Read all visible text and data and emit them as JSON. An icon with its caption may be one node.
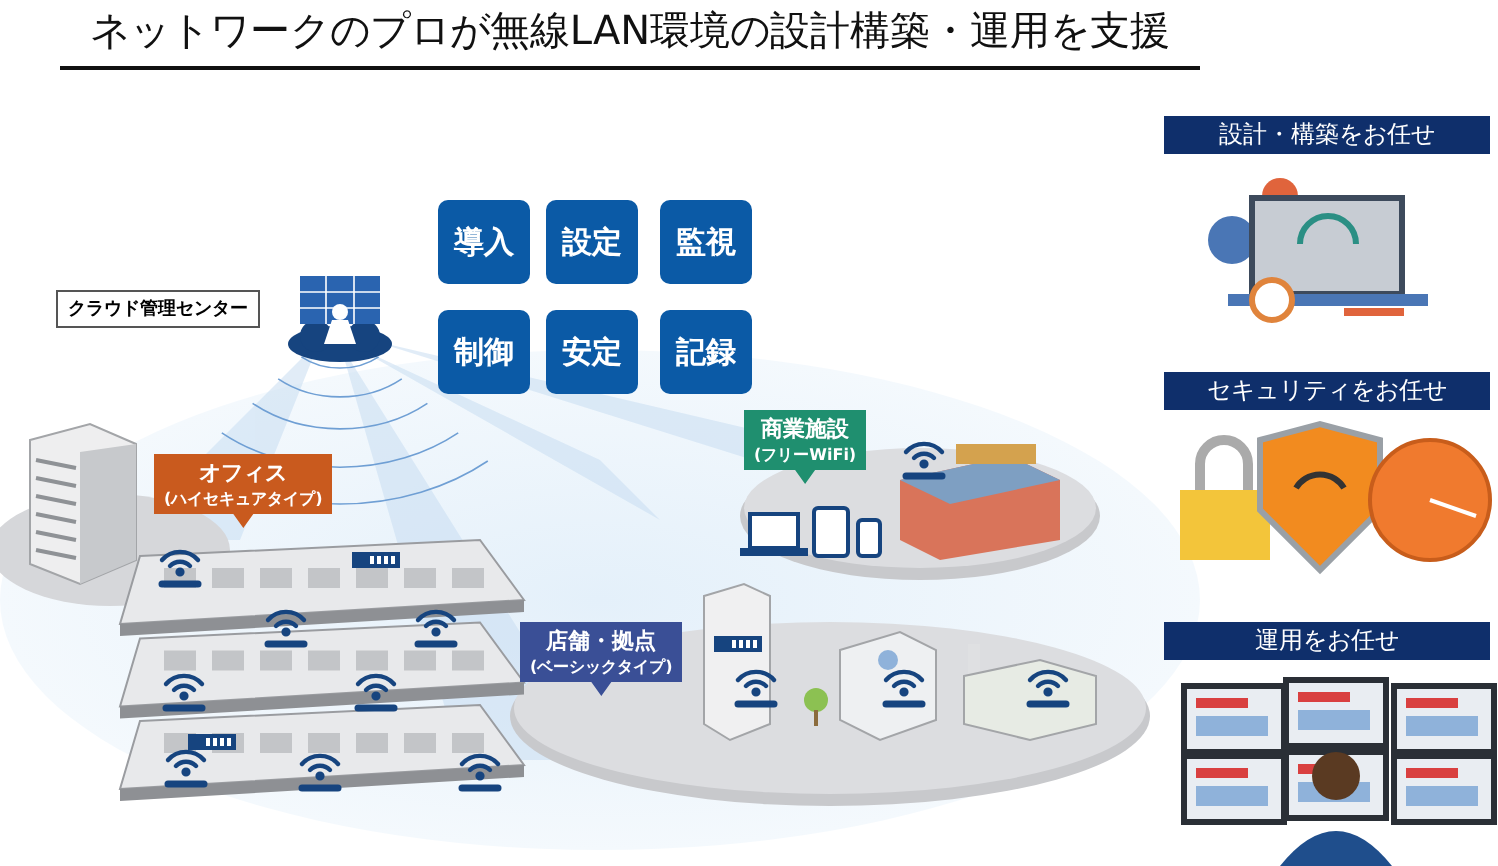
{
  "diagram": {
    "title": "ネットワークのプロが無線LAN環境の設計構築・運用を支援",
    "nodes": [
      {
        "text": [
          "クラウド管理センター"
        ]
      },
      {
        "text": [
          "導入"
        ]
      },
      {
        "text": [
          "設定"
        ]
      },
      {
        "text": [
          "監視"
        ]
      },
      {
        "text": [
          "制御"
        ]
      },
      {
        "text": [
          "安定"
        ]
      },
      {
        "text": [
          "記録"
        ]
      },
      {
        "text": [
          "商業施設",
          "(フリーWiFi)"
        ]
      },
      {
        "text": [
          "オフィス",
          "(ハイセキュアタイプ)"
        ]
      },
      {
        "text": [
          "店舗・拠点",
          "(ベーシックタイプ)"
        ]
      },
      {
        "text": [
          "設計・構築をお任せ"
        ]
      },
      {
        "text": [
          "セキュリティをお任せ"
        ]
      },
      {
        "text": [
          "運用をお任せ"
        ]
      }
    ],
    "edges": []
  }
}
